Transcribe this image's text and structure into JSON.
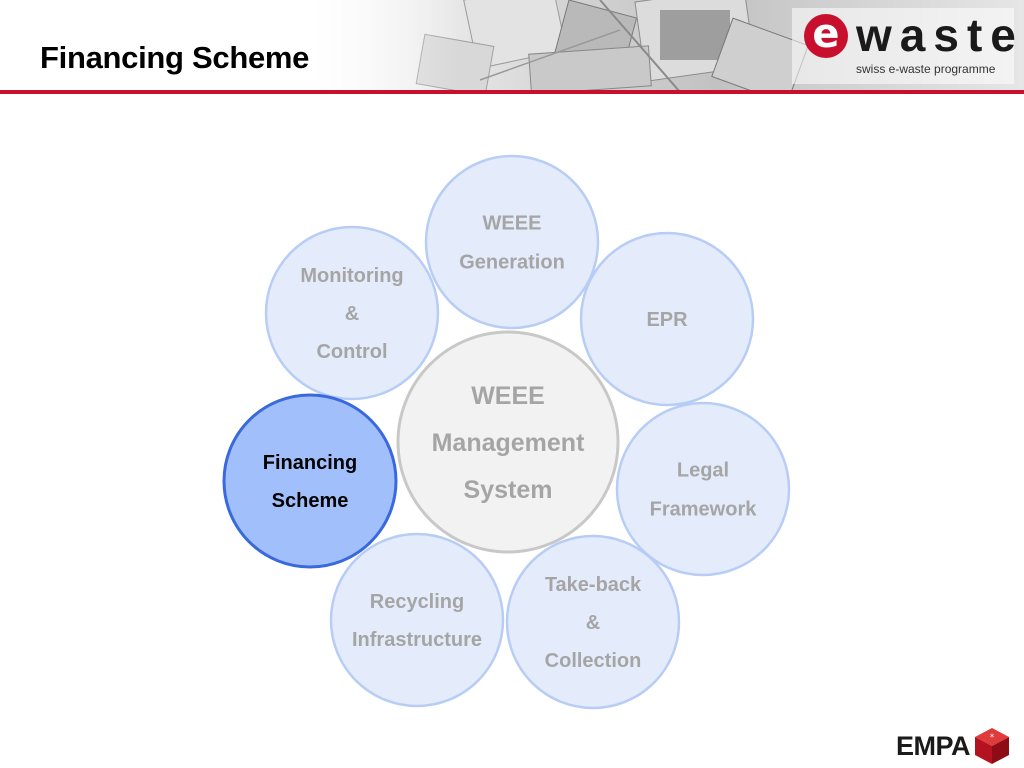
{
  "header": {
    "title": "Financing Scheme",
    "accent_color": "#c8102e"
  },
  "logo": {
    "letter": "e",
    "word": "waste",
    "tagline": "swiss e-waste programme"
  },
  "diagram": {
    "center": {
      "lines": [
        "WEEE",
        "Management",
        "System"
      ],
      "fill": "#f2f2f2",
      "stroke": "#c8c8c8",
      "text_color": "#a5a5a5"
    },
    "normal_style": {
      "fill": "#e4ecfb",
      "stroke": "#b8cdf6",
      "text_color": "#a5a5a5"
    },
    "active_style": {
      "fill": "#a1c0fb",
      "stroke": "#3a69de",
      "text_color": "#000000"
    },
    "nodes": [
      {
        "id": "weee-generation",
        "lines": [
          "WEEE",
          "Generation"
        ],
        "active": false
      },
      {
        "id": "epr",
        "lines": [
          "EPR"
        ],
        "active": false
      },
      {
        "id": "legal-framework",
        "lines": [
          "Legal",
          "Framework"
        ],
        "active": false
      },
      {
        "id": "take-back-collection",
        "lines": [
          "Take-back",
          "&",
          "Collection"
        ],
        "active": false
      },
      {
        "id": "recycling-infrastructure",
        "lines": [
          "Recycling",
          "Infrastructure"
        ],
        "active": false
      },
      {
        "id": "financing-scheme",
        "lines": [
          "Financing",
          "Scheme"
        ],
        "active": true
      },
      {
        "id": "monitoring-control",
        "lines": [
          "Monitoring",
          "&",
          "Control"
        ],
        "active": false
      }
    ]
  },
  "footer": {
    "brand": "EMPA"
  }
}
